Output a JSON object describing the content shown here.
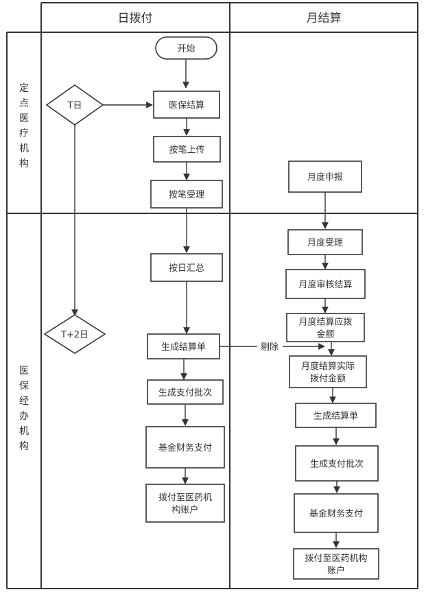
{
  "columns": [
    {
      "id": "daily",
      "label": "日拨付"
    },
    {
      "id": "monthly",
      "label": "月结算"
    }
  ],
  "lanes": [
    {
      "id": "hospital",
      "label": "定点医疗机构"
    },
    {
      "id": "agency",
      "label": "医保经办机构"
    }
  ],
  "nodes": {
    "start": {
      "label": "开始",
      "shape": "terminal"
    },
    "t_day": {
      "label": "T日",
      "shape": "diamond"
    },
    "t2_day": {
      "label": "T+2日",
      "shape": "diamond"
    },
    "d_settle": {
      "label": "医保结算"
    },
    "d_upload": {
      "label": "按笔上传"
    },
    "d_accept": {
      "label": "按笔受理"
    },
    "d_summary": {
      "label": "按日汇总"
    },
    "d_bill": {
      "label": "生成结算单"
    },
    "d_batch": {
      "label": "生成支付批次"
    },
    "d_pay": {
      "label": "基金财务支付"
    },
    "d_transfer": {
      "lines": [
        "拨付至医药机",
        "构账户"
      ]
    },
    "m_report": {
      "label": "月度申报"
    },
    "m_accept": {
      "label": "月度受理"
    },
    "m_audit": {
      "label": "月度审核结算"
    },
    "m_due": {
      "lines": [
        "月度结算应拨",
        "金额"
      ]
    },
    "m_actual": {
      "lines": [
        "月度结算实际",
        "拨付金额"
      ]
    },
    "m_bill": {
      "label": "生成结算单"
    },
    "m_batch": {
      "label": "生成支付批次"
    },
    "m_pay": {
      "label": "基金财务支付"
    },
    "m_transfer": {
      "lines": [
        "拨付至医药机构",
        "账户"
      ]
    }
  },
  "edge_labels": {
    "deduct": "剔除"
  }
}
